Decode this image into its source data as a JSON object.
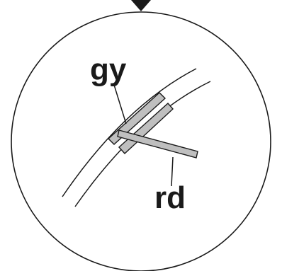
{
  "labels": {
    "gy": "gy",
    "rd": "rd"
  },
  "colors": {
    "outline": "#1a1a1a",
    "bar_fill": "#bfbfbf",
    "background": "#ffffff"
  },
  "icons": {
    "top_marker": "triangle-down-marker"
  }
}
